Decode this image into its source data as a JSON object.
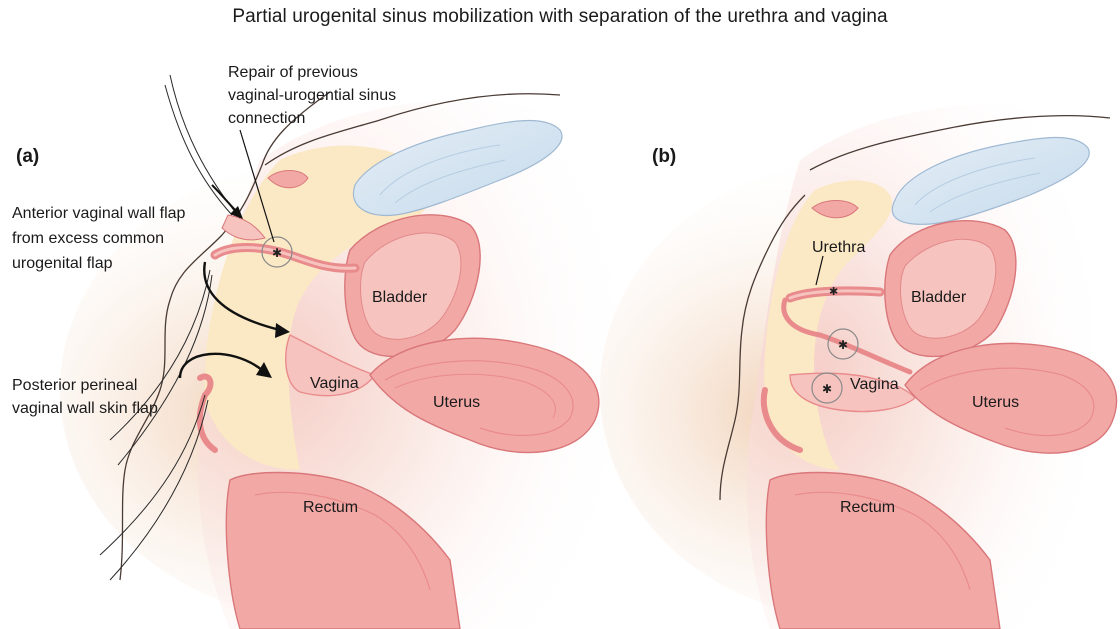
{
  "title": "Partial urogenital sinus mobilization with separation of the urethra and vagina",
  "panel_a": {
    "tag": "(a)",
    "labels": {
      "repair_l1": "Repair of previous",
      "repair_l2": "vaginal-urogential sinus",
      "repair_l3": "connection",
      "anterior_l1": "Anterior vaginal wall flap",
      "anterior_l2": "from excess common",
      "anterior_l3": "urogenital flap",
      "posterior_l1": "Posterior perineal",
      "posterior_l2": "vaginal wall skin flap",
      "bladder": "Bladder",
      "vagina": "Vagina",
      "uterus": "Uterus",
      "rectum": "Rectum"
    }
  },
  "panel_b": {
    "tag": "(b)",
    "labels": {
      "urethra": "Urethra",
      "bladder": "Bladder",
      "vagina": "Vagina",
      "uterus": "Uterus",
      "rectum": "Rectum"
    }
  },
  "colors": {
    "skin_shadow": "#f1d6c2",
    "fat_yellow": "#fbe8c4",
    "organ_pink": "#f2a9a6",
    "organ_wall": "#e98b8c",
    "organ_inner": "#f6c3bf",
    "bone_blue": "#d4e4f1",
    "outline": "#2a2a2a"
  }
}
